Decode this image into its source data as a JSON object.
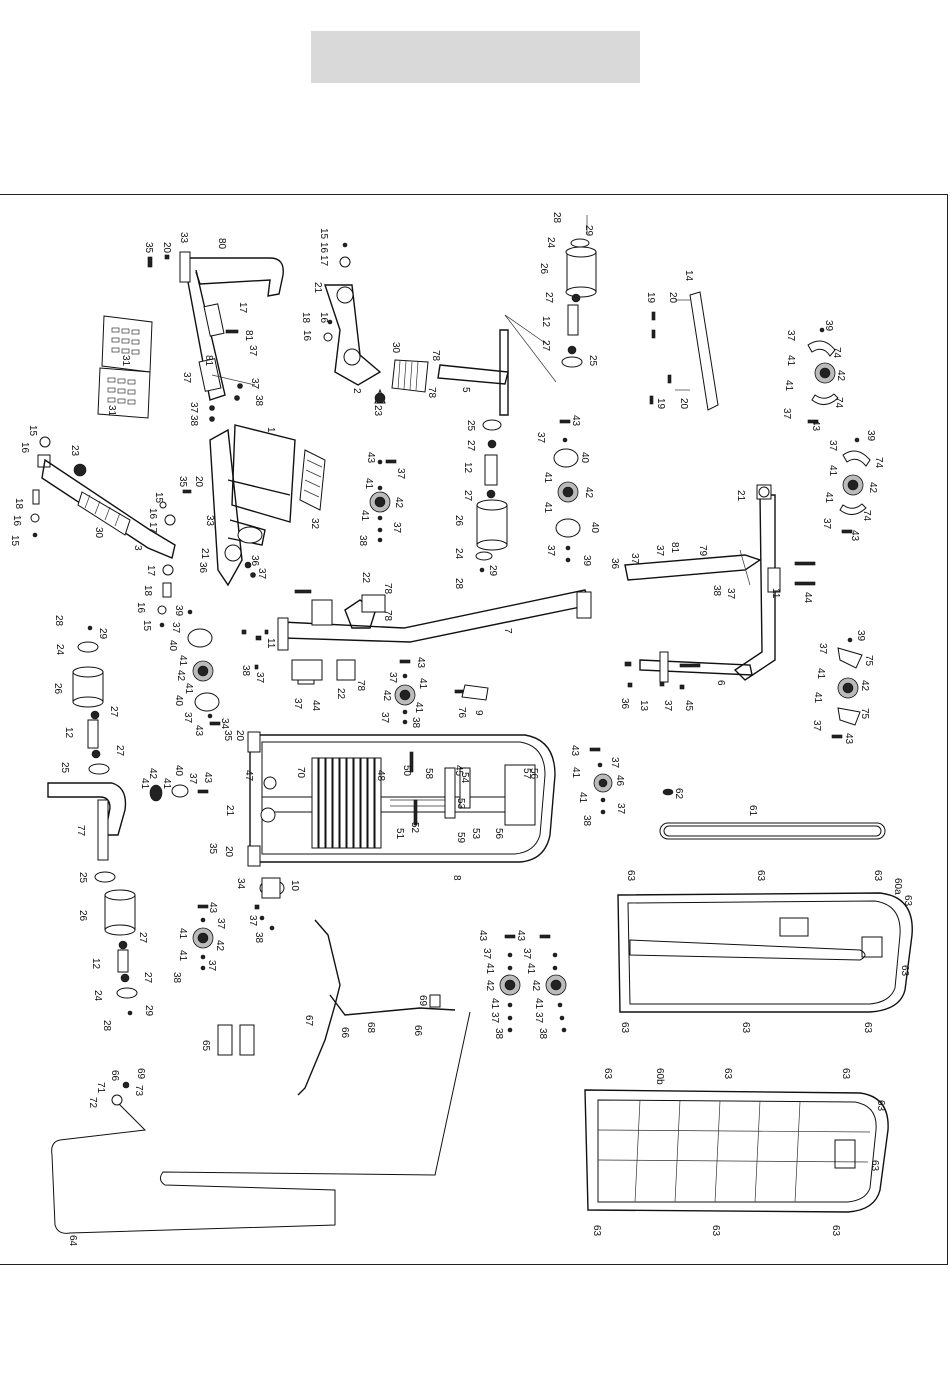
{
  "page": {
    "title_bar_text": "",
    "accent_colors": {
      "title_bar": "#d9d9d9",
      "line": "#111111",
      "background": "#ffffff"
    }
  },
  "callouts": {
    "n1": "1",
    "n2": "2",
    "n3": "3",
    "n5": "5",
    "n6": "6",
    "n7": "7",
    "n8": "8",
    "n9": "9",
    "n10": "10",
    "n11": "11",
    "n12": "12",
    "n13": "13",
    "n14": "14",
    "n15": "15",
    "n16": "16",
    "n17": "17",
    "n18": "18",
    "n19": "19",
    "n20": "20",
    "n21": "21",
    "n22": "22",
    "n23": "23",
    "n24": "24",
    "n25": "25",
    "n26": "26",
    "n27": "27",
    "n28": "28",
    "n29": "29",
    "n30": "30",
    "n31": "31",
    "n32": "32",
    "n33": "33",
    "n34": "34",
    "n35": "35",
    "n36": "36",
    "n37": "37",
    "n38": "38",
    "n39": "39",
    "n40": "40",
    "n41": "41",
    "n42": "42",
    "n43": "43",
    "n44": "44",
    "n45": "45",
    "n46": "46",
    "n47": "47",
    "n48": "48",
    "n50": "50",
    "n51": "51",
    "n52": "52",
    "n53": "53",
    "n54": "54",
    "n56": "56",
    "n57": "57",
    "n58": "58",
    "n59": "59",
    "n60a": "60a",
    "n60b": "60b",
    "n61": "61",
    "n62": "62",
    "n63": "63",
    "n64": "64",
    "n65": "65",
    "n66": "66",
    "n67": "67",
    "n68": "68",
    "n69": "69",
    "n70": "70",
    "n71": "71",
    "n72": "72",
    "n73": "73",
    "n74": "74",
    "n75": "75",
    "n76": "76",
    "n77": "77",
    "n78": "78",
    "n79": "79",
    "n80": "80",
    "n81": "81"
  }
}
